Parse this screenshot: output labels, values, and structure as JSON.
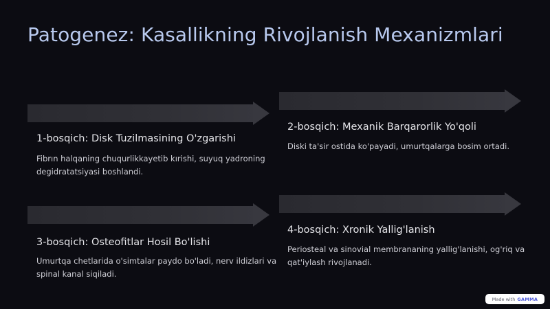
{
  "slide": {
    "title": "Patogenez: Kasallikning Rivojlanish Mexanizmlari"
  },
  "steps": [
    {
      "title": "1-bosqich: Disk Tuzilmasining O'zgarishi",
      "desc_lines": [
        "Fibrın halqaning chuqurlikkayetib kırishi, suyuq yadroning",
        "degidratatsiyasi boshlandi."
      ]
    },
    {
      "title": "2-bosqich: Mexanik Barqarorlik Yo'qoli",
      "desc_lines": [
        "Diski ta'sir ostida ko'payadi, umurtqalarga bosim ortadi."
      ]
    },
    {
      "title": "3-bosqich: Osteofitlar Hosil Bo'lishi",
      "desc_lines": [
        "Umurtqa chetlarida o'simtalar paydo bo'ladi, nerv ildizlari va",
        "spinal kanal siqiladi."
      ]
    },
    {
      "title": "4-bosqich: Xronik Yallig'lanish",
      "desc_lines": [
        "Periosteal va sinovial membrananing yallig'lanishi, og'riq va",
        "qat'iylash rivojlanadi."
      ]
    }
  ],
  "badge": {
    "prefix": "Made with",
    "brand": "GAMMA"
  }
}
